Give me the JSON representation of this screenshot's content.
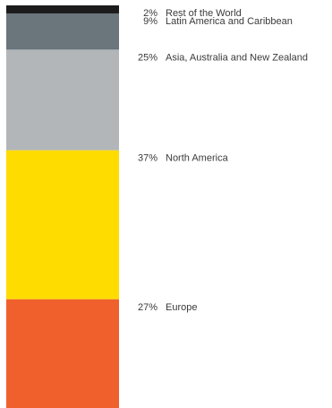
{
  "chart_data": {
    "type": "bar",
    "stacked": true,
    "orientation": "vertical",
    "title": "",
    "categories": [
      "Rest of the World",
      "Latin America and Caribbean",
      "Asia, Australia and New Zealand",
      "North America",
      "Europe"
    ],
    "series": [
      {
        "label": "Rest of the World",
        "value": 2,
        "display": "2%",
        "color": "#1c1c1c"
      },
      {
        "label": "Latin America and Caribbean",
        "value": 9,
        "display": "9%",
        "color": "#6a757c"
      },
      {
        "label": "Asia, Australia and New Zealand",
        "value": 25,
        "display": "25%",
        "color": "#b2b6b9"
      },
      {
        "label": "North America",
        "value": 37,
        "display": "37%",
        "color": "#ffdc00"
      },
      {
        "label": "Europe",
        "value": 27,
        "display": "27%",
        "color": "#f0602c"
      }
    ],
    "legend": "right"
  }
}
